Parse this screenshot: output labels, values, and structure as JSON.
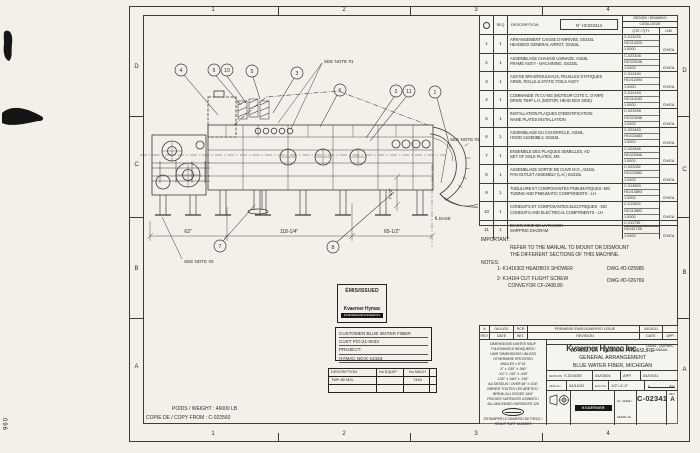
{
  "sheet": {
    "zone_numbers": [
      "1",
      "2",
      "3",
      "4"
    ],
    "zone_letters": [
      "D",
      "C",
      "B",
      "A"
    ],
    "artifact_digits": "096"
  },
  "parts_table": {
    "no_box": "N° HC023414",
    "headers": {
      "req": "REQ",
      "description": "DESCRIPTION",
      "design_drawing": "DESIGN / DRAWING",
      "catalogue": "CATALOGUE",
      "qty": "QTE / QTY",
      "um": "U/M"
    },
    "rows": [
      {
        "item": "1",
        "req": "1",
        "fr": "ARRANGEMENT CAISSE D'ARRIVEE, SS316L",
        "en": "HEADBOX GENERAL ARRGT, SS316L",
        "cat1": "C-013225",
        "cat2": "HC013225",
        "qty": "1.0000",
        "um": "CH/EA"
      },
      {
        "item": "2",
        "req": "1",
        "fr": "ASSEMBLAGE CHASSIS USINAGE, AI316L",
        "en": "FRAME ASS'Y - MACHINING, SS316L",
        "cat1": "C-023108",
        "cat2": "HC023108",
        "qty": "1.0000",
        "um": "CH/EA"
      },
      {
        "item": "3",
        "req": "1",
        "fr": "ASS'GE BRAS/ROULEAUX, FEUILLES STATIQUES",
        "en": "ARMS, ROLLS & STATIC FOILS ASS'Y",
        "cat1": "C-012494",
        "cat2": "HC012494",
        "qty": "1.0000",
        "um": "CH/EA"
      },
      {
        "item": "4",
        "req": "1",
        "fr": "COMMANDE 75 CV MG (MOTEUR COTE C. D'ARR)",
        "en": "DRIVE 75HP L.H. (MOTOR, HEAD BOX SIDE)",
        "cat1": "C-014193",
        "cat2": "HC014193",
        "qty": "1.0000",
        "um": "CH/EA"
      },
      {
        "item": "5",
        "req": "1",
        "fr": "INSTALLATION PLAQUES D'IDENTIFICATION",
        "en": "NAME PLATES INSTALLATION",
        "cat1": "C-023948",
        "cat2": "HC023948",
        "qty": "1.0000",
        "um": "CH/EA"
      },
      {
        "item": "6",
        "req": "1",
        "fr": "ASSEMBLAGE DU COUVERCLE, AI316L",
        "en": "HOOD ASSEMBLY, SS316L",
        "cat1": "C-023483",
        "cat2": "HC023483",
        "qty": "1.0000",
        "um": "CH/EA"
      },
      {
        "item": "7",
        "req": "1",
        "fr": "ENSEMBLE DES PLAQUES SEMELLES, AD",
        "en": "SET OF SOLE PLATES, MS",
        "cat1": "C-022846",
        "cat2": "HC022846",
        "qty": "1.0000",
        "um": "CH/EA"
      },
      {
        "item": "8",
        "req": "1",
        "fr": "ASSEMBLAGE SORTIE DE CUVE M.G., AI316L",
        "en": "PAN OUTLET ASSEMBLY (L.H.) SS316L",
        "cat1": "C-023082",
        "cat2": "HC023082",
        "qty": "1.0000",
        "um": "CH/EA"
      },
      {
        "item": "9",
        "req": "1",
        "fr": "TUBULURE ET COMPOSANTES PNEUMATIQUES -MG",
        "en": "TUBING AND PNEUMATIC COMPONENTS - LH",
        "cat1": "C-013893",
        "cat2": "HC013893",
        "qty": "1.0000",
        "um": "CH/EA"
      },
      {
        "item": "10",
        "req": "1",
        "fr": "CONDUITS ET COMPOSANTES ELECTRIQUES - MG",
        "en": "CONDUITS AND ELECTRICAL COMPONENTS - LH",
        "cat1": "C-013892",
        "cat2": "HC013892",
        "qty": "1.0000",
        "um": "CH/EA"
      },
      {
        "item": "11",
        "req": "1",
        "fr": "DIAGRAMME DE LIVRAISON",
        "en": "SHIPPING DIAGRAM",
        "cat1": "C-011735",
        "cat2": "HC011735",
        "qty": "1.0000",
        "um": "CH/EA"
      }
    ]
  },
  "notes": {
    "important_label": "IMPORTANT:",
    "important_1": "REFER TO THE MANUAL TO MOUNT OR DISMOUNT",
    "important_2": "THE DIFFERENT SECTIONS OF THIS MACHINE.",
    "notes_label": "NOTES:",
    "note1": "1- K1416302 HEADBOX SHOWER",
    "note1_dwg": "DWG #D-025985",
    "note2a": "2- K14164 CUT FLIGHT SCREW",
    "note2b": "CONVEYOR CF-2408.80",
    "note2_dwg": "DWG #D-026769"
  },
  "stamp": {
    "issued_label": "ÉMIS/ISSUED",
    "issuer_name": "Kvaerner Hymac",
    "issuer_bar": "INGENIERIE/ENGINEERING",
    "customer_line": "CUSTOMER:BLUE WATER FIBER",
    "po_line": "CUST P/O:21-6033",
    "project_line": "PROJECT:",
    "hymac_line": "HYMAC NO:K-14163",
    "equip_headers": [
      "DESCRIPTION",
      "No EQUIP",
      "No MACH"
    ],
    "equip_row": {
      "description": "TWP-80 MSL",
      "no_equip": "",
      "no_mach": "7445"
    }
  },
  "footer": {
    "weight": "POIDS / WEIGHT : 46000 LB",
    "copy_from": "COPIE DE / COPY FROM : C-022560"
  },
  "title_block": {
    "revision_entry": {
      "rev": "A",
      "date": "04/10/31",
      "init": "RCR",
      "description": "PREMIERE EMISSION/FIRST ISSUE",
      "date2": "04/10/31",
      "app": ""
    },
    "revision_labels": {
      "rev": "REV.",
      "date": "DATE",
      "init": "INIT.",
      "revision": "REVISION",
      "date2": "DATE",
      "app": "APP."
    },
    "company": "Kvaerner Hymac Inc.",
    "company_location_1": "LAVAL, QUÉBEC",
    "company_location_2": "CANADA",
    "title_line_1": "80 MSL, LH - MEDIUM PRESSURE",
    "title_line_2": "GENERAL ARRANGEMENT",
    "title_line_3": "BLUE WATER FIBER, MICHIGAN",
    "tolerances": [
      "DIMENSIONS LIMITES SAUF",
      "TOLERANCES INDIQUEES /",
      "LIMIT DIMENSIONS UNLESS",
      "OTHERWISE SPECIFIED",
      "ANGLES ± 0°15'",
      ".X\" ± .030\"  ± .060\"",
      ".XX\" ± .010\"  ± .030\"",
      "1/32\" ± 1/64\"  ± .015\"",
      "AU DESSUS / OVER 48\" ± 1/16\"",
      "BRISER TOUTES LES ARETES /",
      "BREAK ALL EDGES 1/64\"",
      "FINI DES SURFACES USINEES /",
      "ALL MACHINED SURFACES 125"
    ],
    "stamp_note_1": "ESTAMPER LE NUMERO DE PIECE /",
    "stamp_note_2": "STAMP PART NUMBER",
    "fields": {
      "drawn_label": "DESS./DR.",
      "drawn_name": "S.DOARE",
      "drawn_date": "04/03/04",
      "app_label": "APP.",
      "app_date": "04/10/31",
      "checked_label": "VER./CH.",
      "checked_date": "04/10/31",
      "scale_label": "ECH./SC.",
      "scale_value": "1/2\"=1'-0\"",
      "scale_bar_left": "1'",
      "scale_bar_right": "5cm",
      "logo_text": "KVAERNER",
      "serial_label": "No. SERIE / SERIAL No.",
      "drawing_number": "C-023414",
      "rev_label": "REV.",
      "rev_value": "A"
    }
  },
  "drawing": {
    "balloons": [
      "4",
      "9",
      "10",
      "5",
      "3",
      "6",
      "2",
      "11",
      "1",
      "7",
      "8"
    ],
    "see_note_top": "SEE NOTE #1",
    "see_note_right": "SEE NOTE #2",
    "see_note_bottom": "SEE NOTE #2",
    "dim_left": "63\"",
    "dim_center": "118-1/4\"",
    "dim_right": "65-1/2\"",
    "dim_vertical": "7-1/2\"",
    "base_label": "℄ BASE"
  },
  "colors": {
    "paper": "#f2f0e9",
    "ink": "#2e2e2e",
    "line": "#3b3b3b"
  }
}
